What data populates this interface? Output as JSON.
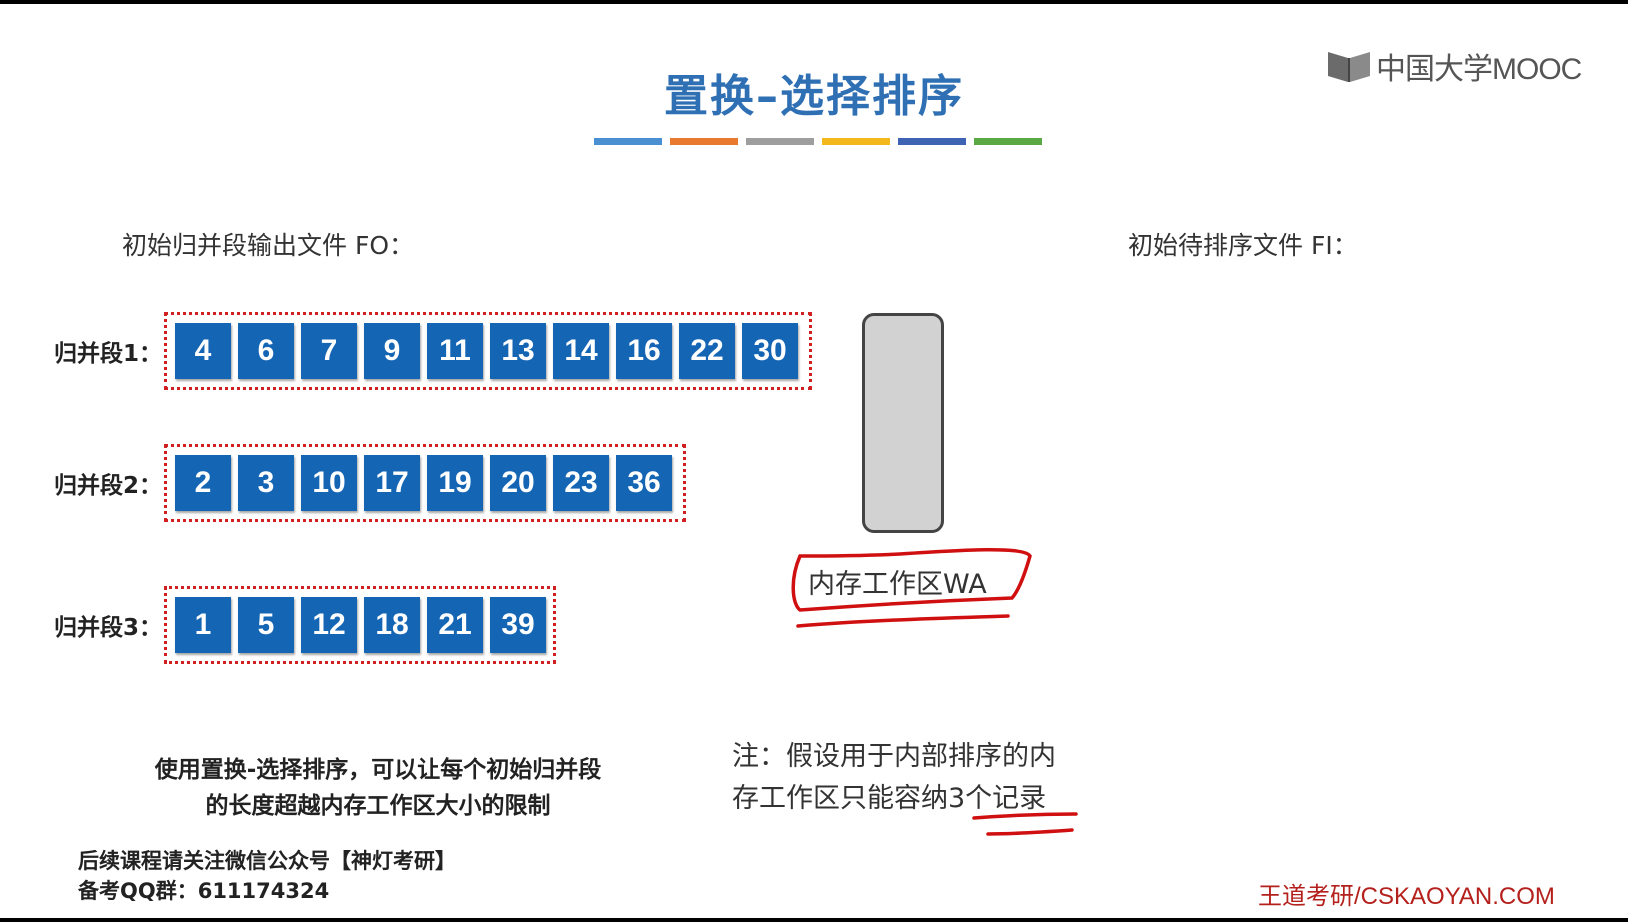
{
  "title": "置换–选择排序",
  "title_bar_colors": [
    "#4a8fd1",
    "#e8792e",
    "#9e9e9e",
    "#f2b81c",
    "#3f63b3",
    "#5aa844"
  ],
  "logo": {
    "icon": "mooc-book-icon",
    "text": "中国大学MOOC"
  },
  "fo_label": "初始归并段输出文件 FO：",
  "fi_label": "初始待排序文件 FI：",
  "runs": [
    {
      "label": "归并段1：",
      "values": [
        "4",
        "6",
        "7",
        "9",
        "11",
        "13",
        "14",
        "16",
        "22",
        "30"
      ]
    },
    {
      "label": "归并段2：",
      "values": [
        "2",
        "3",
        "10",
        "17",
        "19",
        "20",
        "23",
        "36"
      ]
    },
    {
      "label": "归并段3：",
      "values": [
        "1",
        "5",
        "12",
        "18",
        "21",
        "39"
      ]
    }
  ],
  "wa_label": "内存工作区WA",
  "note_line1": "注：假设用于内部排序的内",
  "note_line2": "存工作区只能容纳3个记录",
  "summary_line1": "使用置换-选择排序，可以让每个初始归并段",
  "summary_line2": "的长度超越内存工作区大小的限制",
  "footer_line1": "后续课程请关注微信公众号【神灯考研】",
  "footer_line2": "备考QQ群：611174324",
  "footer_right": "王道考研/CSKAOYAN.COM",
  "colors": {
    "title": "#2f6fb3",
    "cell": "#1565b5",
    "dotted_border": "#d21f1f",
    "ink": "#d01010"
  }
}
